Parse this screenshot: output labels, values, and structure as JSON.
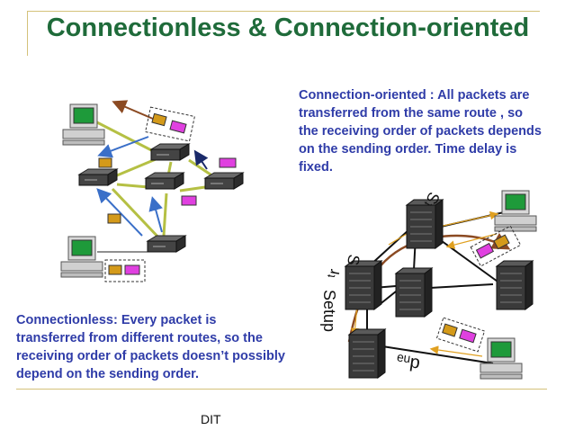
{
  "title": "Connectionless & Connection-oriented",
  "connection_oriented_text": "Connection-oriented : All packets are transferred from the same route , so the receiving order of packets depends on the sending order. Time delay is fixed.",
  "connectionless_text": "Connectionless: Every packet is transferred from different routes, so the receiving order of packets doesn’t possibly depend on the sending order.",
  "footer": "DIT",
  "rotated_labels": {
    "setup": "Setup",
    "garbled_top": "ᵗS",
    "garbled_mid": "ᵗr",
    "garbled_mid2": "S",
    "garbled_bottom": "ᵉᵘp"
  },
  "colors": {
    "title": "#1f6b3a",
    "body_text": "#2f3ca8",
    "packet_orange": "#d49a1a",
    "packet_magenta": "#e040e0",
    "link_green": "#b5c044",
    "arrow_blue": "#3a6fc8",
    "arrow_brown": "#8b4a22",
    "frame": "#d4c27a"
  },
  "icons": [
    "computer-icon",
    "router-icon",
    "server-rack-icon",
    "packet-icon"
  ]
}
